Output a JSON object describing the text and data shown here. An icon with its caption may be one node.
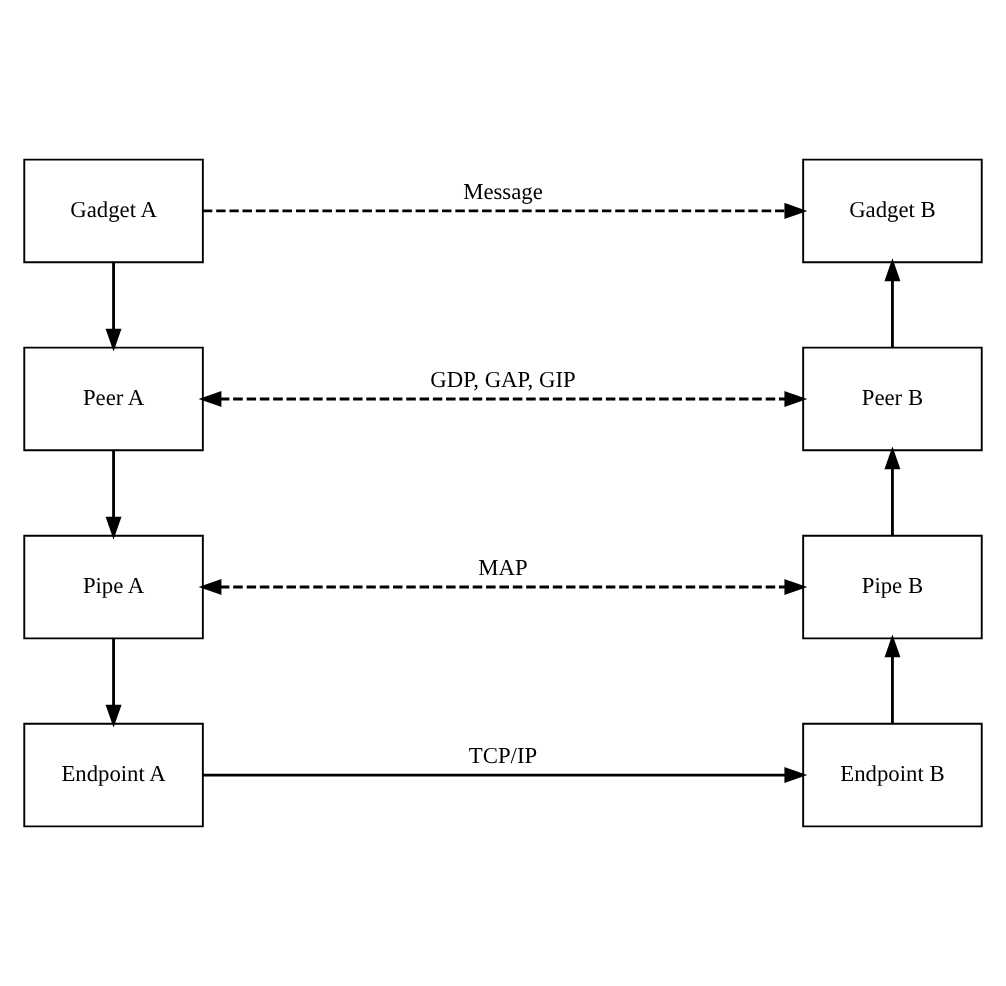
{
  "diagram": {
    "nodes": [
      {
        "text": [
          "Gadget A"
        ]
      },
      {
        "text": [
          "Gadget B"
        ]
      },
      {
        "text": [
          "Peer A"
        ]
      },
      {
        "text": [
          "Peer B"
        ]
      },
      {
        "text": [
          "Pipe A"
        ]
      },
      {
        "text": [
          "Pipe B"
        ]
      },
      {
        "text": [
          "Endpoint A"
        ]
      },
      {
        "text": [
          "Endpoint B"
        ]
      }
    ],
    "edges": [
      {
        "from": 0,
        "to": 1,
        "arrow": "to",
        "style": "dashed",
        "label": "Message"
      },
      {
        "from": 0,
        "to": 2,
        "arrow": "to"
      },
      {
        "from": 2,
        "to": 3,
        "arrow": "both",
        "style": "dashed",
        "label": "GDP, GAP, GIP"
      },
      {
        "from": 3,
        "to": 1,
        "arrow": "to"
      },
      {
        "from": 2,
        "to": 4,
        "arrow": "to"
      },
      {
        "from": 4,
        "to": 5,
        "arrow": "both",
        "style": "dashed",
        "label": "MAP"
      },
      {
        "from": 5,
        "to": 3,
        "arrow": "to"
      },
      {
        "from": 4,
        "to": 6,
        "arrow": "to"
      },
      {
        "from": 6,
        "to": 7,
        "arrow": "to",
        "label": "TCP/IP"
      },
      {
        "from": 7,
        "to": 5,
        "arrow": "to"
      }
    ]
  }
}
